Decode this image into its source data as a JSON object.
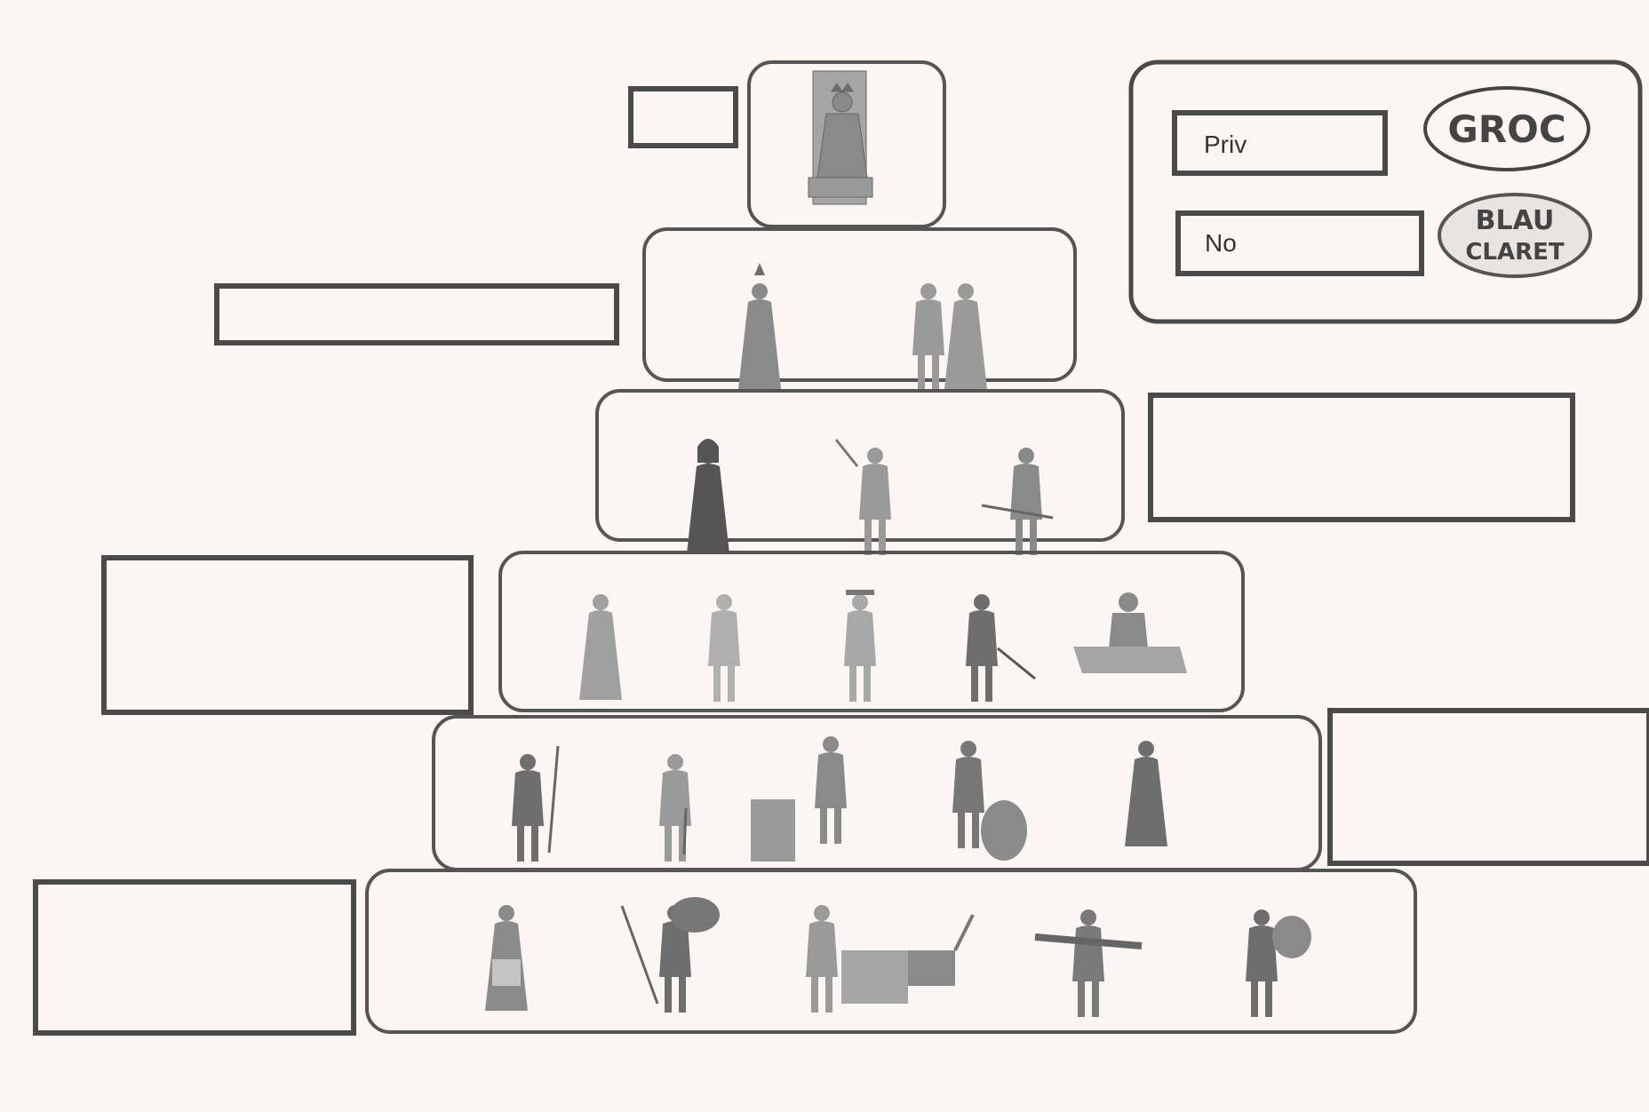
{
  "legend": {
    "privileged_label": "Priv",
    "non_privileged_label": "No",
    "yellow_stamp": "GROC",
    "light_blue_stamp_line1": "BLAU",
    "light_blue_stamp_line2": "CLARET"
  },
  "pyramid": {
    "tiers": [
      {
        "figures": [
          "king-on-throne"
        ]
      },
      {
        "figures": [
          "bishop",
          "noble-couple"
        ]
      },
      {
        "figures": [
          "hooded-monk",
          "gentleman-with-whip",
          "nobleman-with-sword"
        ]
      },
      {
        "figures": [
          "robed-merchant",
          "townsman",
          "gentleman-with-hat",
          "swordsman",
          "scholar-at-desk"
        ]
      },
      {
        "figures": [
          "peasant-with-pitchfork",
          "farmer-with-hoe",
          "blacksmith-at-anvil",
          "potter-at-wheel",
          "woman-in-apron"
        ]
      },
      {
        "figures": [
          "woman-with-apron",
          "man-carrying-bundle",
          "man-with-cart-and-donkey",
          "man-carrying-wood",
          "boy-with-shield"
        ]
      }
    ]
  },
  "label_boxes": {
    "count": 6,
    "values": [
      "",
      "",
      "",
      "",
      "",
      ""
    ]
  },
  "colors": {
    "paper": "#fbf6f3",
    "ink": "#4a4a4a",
    "figure_fill": "#8a8a8a"
  }
}
